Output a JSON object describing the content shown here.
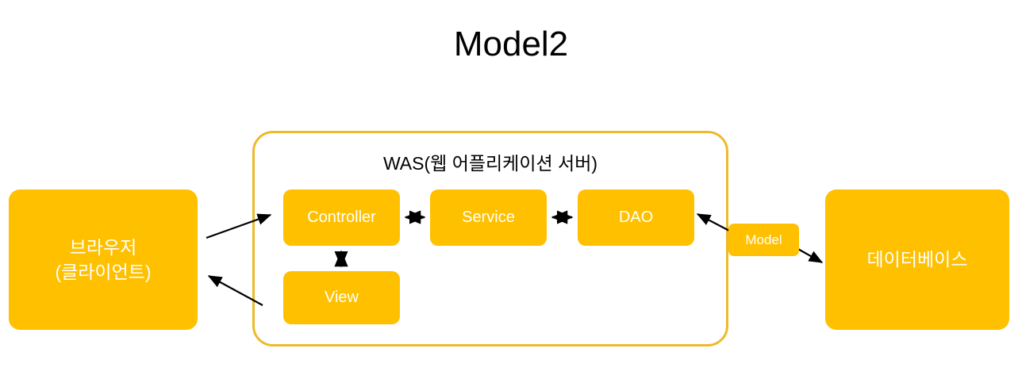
{
  "title": "Model2",
  "was": {
    "label": "WAS(웹 어플리케이션 서버)"
  },
  "nodes": {
    "browser": "브라우저\n(클라이언트)",
    "database": "데이터베이스",
    "controller": "Controller",
    "service": "Service",
    "dao": "DAO",
    "view": "View",
    "model": "Model"
  },
  "colors": {
    "box_fill": "#FFC000",
    "box_text": "#FFFFFF",
    "container_border": "#EDBA2A",
    "arrow": "#000000",
    "background": "#FFFFFF",
    "title_text": "#000000"
  },
  "connections": [
    {
      "name": "browser-to-controller",
      "from": "browser",
      "to": "controller",
      "direction": "one-way"
    },
    {
      "name": "view-to-browser",
      "from": "view",
      "to": "browser",
      "direction": "one-way"
    },
    {
      "name": "controller-service",
      "from": "controller",
      "to": "service",
      "direction": "two-way"
    },
    {
      "name": "service-dao",
      "from": "service",
      "to": "dao",
      "direction": "two-way"
    },
    {
      "name": "controller-view",
      "from": "controller",
      "to": "view",
      "direction": "two-way"
    },
    {
      "name": "model-to-dao",
      "from": "model",
      "to": "dao",
      "direction": "one-way"
    },
    {
      "name": "model-to-database",
      "from": "model",
      "to": "database",
      "direction": "one-way"
    }
  ]
}
